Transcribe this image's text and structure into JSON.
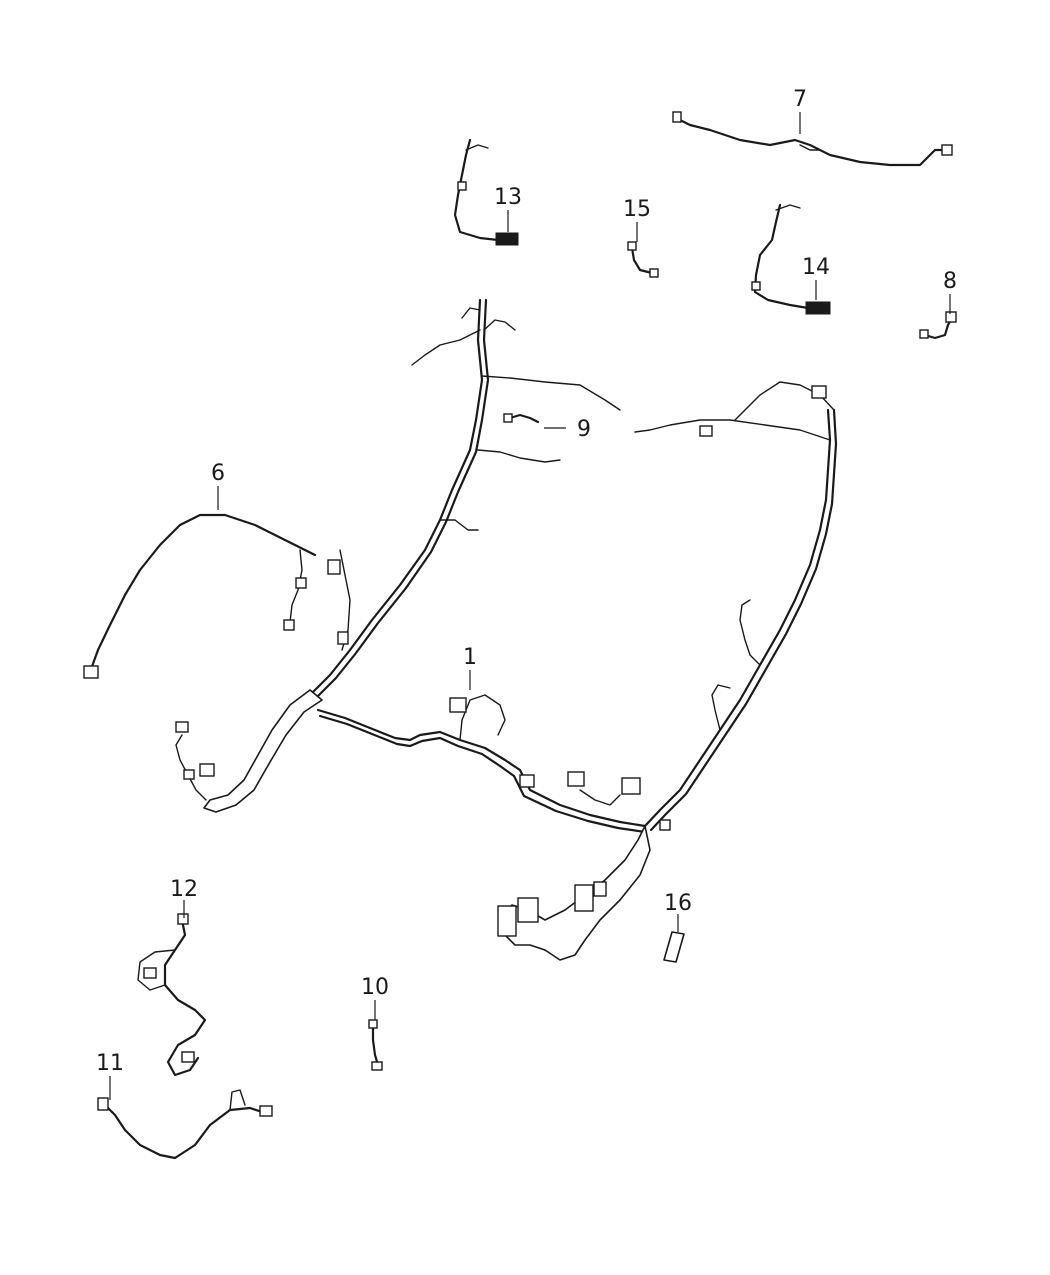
{
  "callouts": {
    "c1": "1",
    "c6": "6",
    "c7": "7",
    "c8": "8",
    "c9": "9",
    "c10": "10",
    "c11": "11",
    "c12": "12",
    "c13": "13",
    "c14": "14",
    "c15": "15",
    "c16": "16"
  }
}
